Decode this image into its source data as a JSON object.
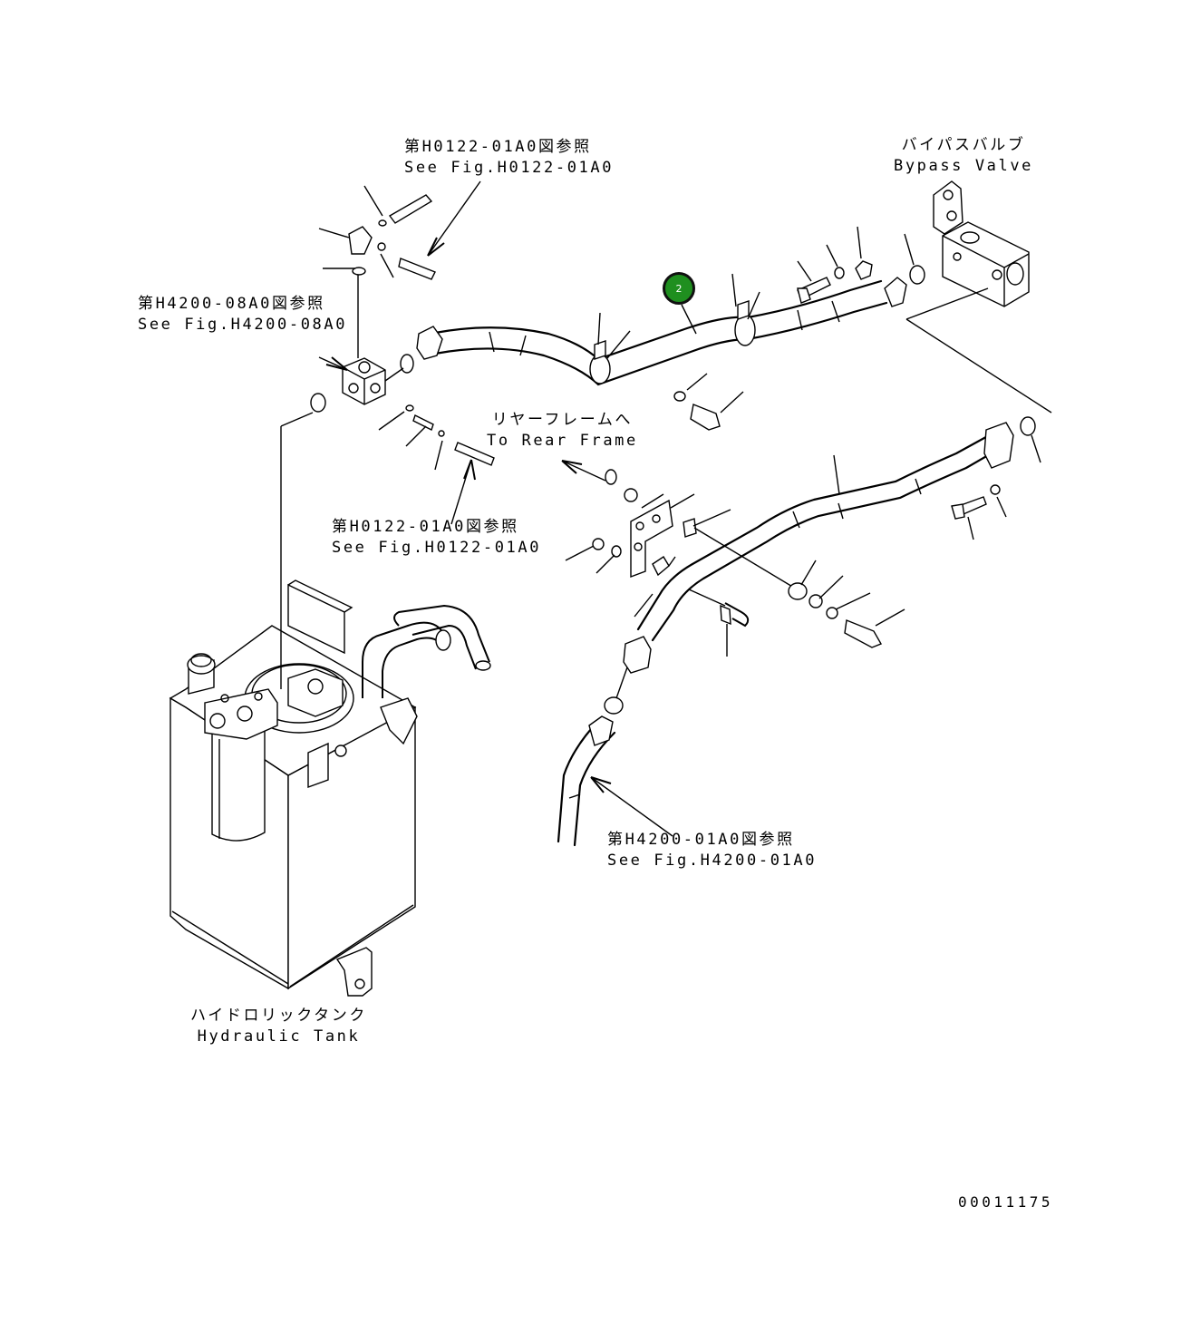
{
  "diagram": {
    "callouts": {
      "ref_top": {
        "line1": "第H0122-01A0図参照",
        "line2": "See Fig.H0122-01A0"
      },
      "ref_left": {
        "line1": "第H4200-08A0図参照",
        "line2": "See Fig.H4200-08A0"
      },
      "ref_middle": {
        "line1": "第H0122-01A0図参照",
        "line2": "See Fig.H0122-01A0"
      },
      "ref_bottom": {
        "line1": "第H4200-01A0図参照",
        "line2": "See Fig.H4200-01A0"
      },
      "rear_frame": {
        "line1": "リヤーフレームへ",
        "line2": "To Rear Frame"
      },
      "bypass_valve": {
        "line1": "バイパスバルブ",
        "line2": "Bypass Valve"
      },
      "hydraulic_tank": {
        "line1": "ハイドロリックタンク",
        "line2": "Hydraulic Tank"
      }
    },
    "part_marker": {
      "number": "2",
      "color": "#1f8f1f"
    },
    "drawing_number": "00011175"
  }
}
